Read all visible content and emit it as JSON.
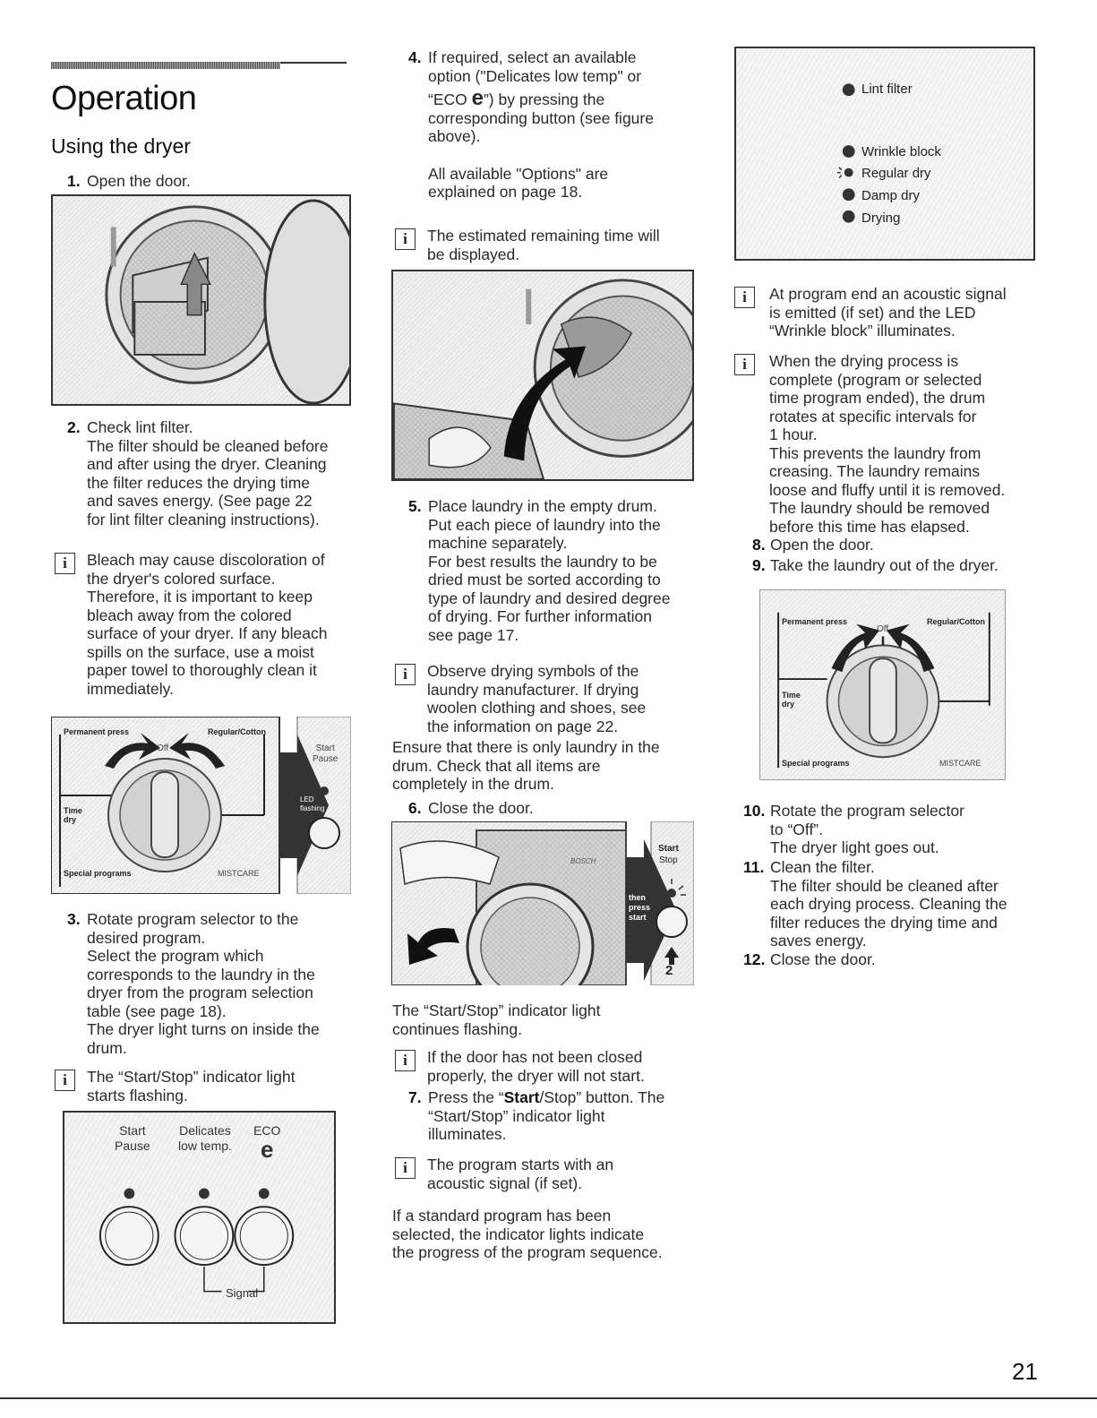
{
  "header": {
    "title": "Operation",
    "subtitle": "Using the dryer"
  },
  "col1": {
    "step1": {
      "n": "1.",
      "text": "Open the door."
    },
    "step2": {
      "n": "2.",
      "l1": "Check lint filter.",
      "l2": "The filter should be cleaned before",
      "l3": "and after using the dryer. Cleaning",
      "l4": "the filter reduces the drying time",
      "l5": "and saves energy. (See page 22",
      "l6": "for lint filter cleaning instructions)."
    },
    "info1": {
      "l1": "Bleach may cause discoloration of",
      "l2": "the dryer's colored surface.",
      "l3": "Therefore, it is important to keep",
      "l4": "bleach away from the colored",
      "l5": "surface of your dryer. If any bleach",
      "l6": "spills on the surface, use a moist",
      "l7": "paper towel to thoroughly clean it",
      "l8": "immediately."
    },
    "fig2": {
      "permanent": "Permanent press",
      "regular": "Regular/Cotton",
      "off": "Off",
      "time": "Time",
      "dry": "dry",
      "special": "Special programs",
      "mistcare": "MISTCARE",
      "start": "Start",
      "pause": "Pause",
      "led": "LED",
      "flashing": "flashing"
    },
    "step3": {
      "n": "3.",
      "l1": "Rotate program selector to the",
      "l2": "desired program.",
      "l3": "Select the program which",
      "l4": "corresponds to the laundry in the",
      "l5": "dryer from the program selection",
      "l6": "table (see page 18).",
      "l7": "The dryer light turns on inside the",
      "l8": "drum."
    },
    "info2": {
      "l1": "The “Start/Stop” indicator light",
      "l2": "starts flashing."
    },
    "fig3": {
      "start": "Start",
      "pause": "Pause",
      "delicates": "Delicates",
      "lowtemp": "low temp.",
      "eco": "ECO",
      "e": "e",
      "signal": "Signal"
    }
  },
  "col2": {
    "step4": {
      "n": "4.",
      "l1": "If required, select an available",
      "l2": "option (\"Delicates low temp\" or",
      "l3a": "“ECO ",
      "l3e": "e",
      "l3b": "”) by pressing the",
      "l4": "corresponding button (see figure",
      "l5": "above).",
      "l6": "All available \"Options\" are",
      "l7": "explained on page 18."
    },
    "info3": {
      "l1": "The estimated remaining time will",
      "l2": "be displayed."
    },
    "step5": {
      "n": "5.",
      "l1": "Place laundry in the empty drum.",
      "l2": "Put each piece of laundry into the",
      "l3": "machine separately.",
      "l4": "For best results the laundry to be",
      "l5": "dried must be sorted according to",
      "l6": "type of laundry and desired degree",
      "l7": "of drying. For further information",
      "l8": "see page 17."
    },
    "info4": {
      "l1": "Observe drying symbols of the",
      "l2": "laundry manufacturer. If drying",
      "l3": "woolen clothing and shoes, see",
      "l4": "the information on page 22."
    },
    "para1": {
      "l1": "Ensure that there is only laundry in the",
      "l2": "drum. Check that all items are",
      "l3": "completely in the drum."
    },
    "step6": {
      "n": "6.",
      "text": "Close the door."
    },
    "fig5": {
      "start": "Start",
      "stop": "Stop",
      "then": "then",
      "press": "press",
      "startw": "start",
      "two": "2",
      "brand": "BOSCH"
    },
    "para2": {
      "l1": "The “Start/Stop” indicator light",
      "l2": "continues flashing."
    },
    "info5": {
      "l1": "If the door has not been closed",
      "l2": "properly, the dryer will not start."
    },
    "step7": {
      "n": "7.",
      "l1a": "Press the “",
      "l1b": "Start",
      "l1c": "/Stop” button. The",
      "l2": "“Start/Stop” indicator light",
      "l3": "illuminates."
    },
    "info6": {
      "l1": "The program starts with an",
      "l2": "acoustic signal (if set)."
    },
    "para3": {
      "l1": "If a standard program has been",
      "l2": "selected, the indicator lights indicate",
      "l3": "the progress of the program sequence."
    }
  },
  "col3": {
    "fig6": {
      "lint": "Lint filter",
      "wrinkle": "Wrinkle block",
      "regular": "Regular dry",
      "damp": "Damp dry",
      "drying": "Drying"
    },
    "info7": {
      "l1": "At program end  an acoustic signal",
      "l2": "is emitted (if set) and the LED",
      "l3": "“Wrinkle block” illuminates."
    },
    "info8": {
      "l1": "When the drying process is",
      "l2": "complete (program or selected",
      "l3": "time program ended), the drum",
      "l4": "rotates at specific intervals for",
      "l5": "1 hour.",
      "l6": "This prevents the laundry from",
      "l7": "creasing. The laundry remains",
      "l8": "loose and fluffy until it is removed.",
      "l9": "The laundry should be removed",
      "l10": "before this time has elapsed."
    },
    "step8": {
      "n": "8.",
      "text": "Open the door."
    },
    "step9": {
      "n": "9.",
      "text": "Take the laundry out of the dryer."
    },
    "fig7": {
      "permanent": "Permanent press",
      "regular": "Regular/Cotton",
      "off": "Off",
      "time": "Time",
      "dry": "dry",
      "special": "Special programs",
      "mistcare": "MISTCARE"
    },
    "step10": {
      "n": "10.",
      "l1": "Rotate the program selector",
      "l2": "to “Off”.",
      "l3": "The dryer light goes out."
    },
    "step11": {
      "n": "11.",
      "l1": "Clean the filter.",
      "l2": "The filter should be cleaned after",
      "l3": "each drying process. Cleaning the",
      "l4": "filter reduces the drying time and",
      "l5": "saves energy."
    },
    "step12": {
      "n": "12.",
      "text": "Close the door."
    }
  },
  "footer": {
    "page": "21"
  }
}
